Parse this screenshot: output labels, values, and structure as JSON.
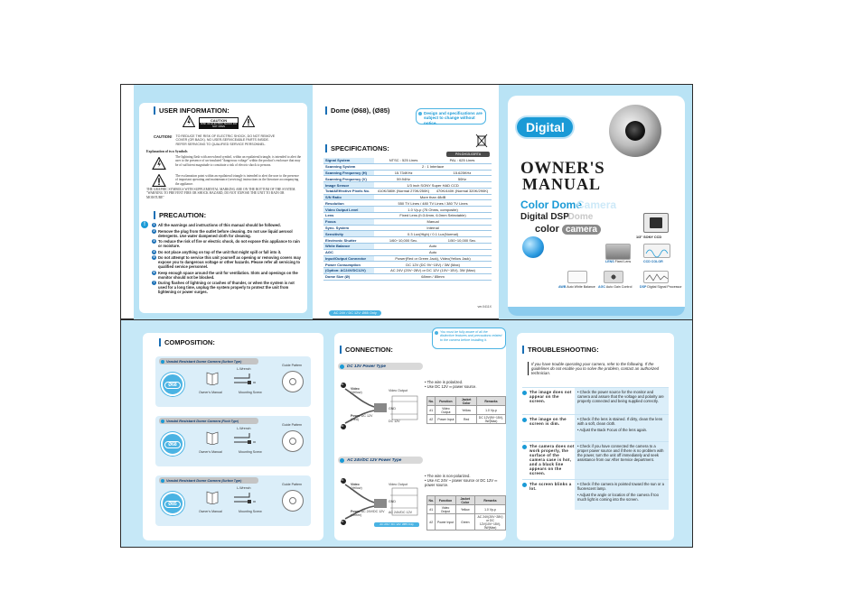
{
  "user_info": {
    "title": "USER INFORMATION:",
    "caution_label": "CAUTION",
    "caution_risk": "RISK OF ELECTRIC SHOCK DO NOT OPEN",
    "caution_word": "CAUTION!",
    "caution_text": "TO REDUCE THE RISK OF ELECTRIC SHOCK, DO NOT REMOVE COVER (OR BACK). NO USER-SERVICEABLE PARTS INSIDE. REFER SERVICING TO QUALIFIED SERVICE PERSONNEL.",
    "symbols_title": "Explanation of two Symbols",
    "symbol1_text": "The lightning flash with arrowhead symbol, within an equilateral triangle, is intended to alert the user to the presence of un-insulated \"dangerous voltage\" within the product's enclosure that may be of sufficient magnitude to constitute a risk of electric shock to persons.",
    "symbol2_text": "The exclamation point within an equilateral triangle is intended to alert the user to the presence of important operating and maintenance (servicing) instructions in the literature accompanying the appliance.",
    "bottom_text": "THE GRAPHIC SYMBOLS WITH SUPPLEMENTAL MARKING ARE ON THE BOTTOM OF THE SYSTEM. \"WARNING TO PREVENT FIRE OR SHOCK HAZARD, DO NOT EXPOSE THE UNIT TO RAIN OR MOISTURE\""
  },
  "precaution": {
    "title": "PRECAUTION:",
    "items": [
      "All the warnings and instructions of this manual should be followed.",
      "Remove the plug from the outlet before cleaning. Do not use liquid aerosol detergents. Use water dampened cloth for cleaning.",
      "To reduce the risk of fire or electric shock, do not expose this appliance to rain or moisture.",
      "Do not place anything on top of the unit that might spill or fall into it.",
      "Do not attempt to service this unit yourself as opening or removing covers may expose you to dangerous voltage or other hazards. Please refer all servicing to qualified service personnel.",
      "Keep enough space around the unit for ventilation. Slots and openings on the monitor should not be blocked.",
      "During flashes of lightning or crashes of thunder, or when the system is not used for a long time, unplug the system properly to protect the unit from lightening or power surges."
    ]
  },
  "specs": {
    "dome_title": "Dome (Ø68), (Ø85)",
    "note": "Design and specifications are subject to change without notice.",
    "title": "SPECIFICATIONS:",
    "model_badge": "P/N:DH15-03RTA",
    "rows": [
      {
        "label": "Signal System",
        "ntsc": "NTSC : 525 Lines",
        "pal": "PAL : 625 Lines"
      },
      {
        "label": "Scanning System",
        "value": "2 : 1 Interlace"
      },
      {
        "label": "Scanning Frequency (H)",
        "ntsc": "15.734KHz",
        "pal": "15.625KHz"
      },
      {
        "label": "Scanning Frequency (V)",
        "ntsc": "59.94Hz",
        "pal": "50Hz"
      },
      {
        "label": "Image Sensor",
        "value": "1/3 inch SONY Super HAD CCD"
      },
      {
        "label": "Total&Effective Pixels No.",
        "ntsc": "410K/380K (Normal 270K/250K)",
        "pal": "470K/440K (Normal 320K/290K)"
      },
      {
        "label": "S/N Ratio",
        "value": "More than 48dB"
      },
      {
        "label": "Resolution",
        "value": "550 TV Lines / 480 TV Lines / 380 TV Lines"
      },
      {
        "label": "Video Output Level",
        "value": "1.0 Vp-p (75 Ohms, composite)"
      },
      {
        "label": "Lens",
        "value": "Fixed Lens (f=3.6mm, 6.0mm Selectable)"
      },
      {
        "label": "Focus",
        "value": "Manual"
      },
      {
        "label": "Sync. System",
        "value": "Internal"
      },
      {
        "label": "Sensitivity",
        "value": "0.3 Lux(High) / 0.1 Lux(Normal)"
      },
      {
        "label": "Electronic Shutter",
        "ntsc": "1/60~10,000 Sec.",
        "pal": "1/50~10,000 Sec."
      },
      {
        "label": "White Balance",
        "value": "Auto"
      },
      {
        "label": "AGC",
        "value": "Auto"
      },
      {
        "label": "Input/Output Connector",
        "value": "Power(Red or Green Jack), Video(Yellow Jack)"
      },
      {
        "label": "Power Consumption",
        "value": "DC 12V (DC 9V~15V) / 3W (Max)"
      },
      {
        "label": "(Option: AC24V/DC12V)",
        "value": "AC 24V (20V~28V) or DC 12V (10V~15V), 3W (Max)"
      },
      {
        "label": "Dome Size (Ø)",
        "value": "68mm / 85mm"
      }
    ],
    "footer_badge": "AC 24V / DC 12V: Ø85 Only",
    "version": "ver.0411X"
  },
  "cover": {
    "brand": "Digital",
    "owners": "OWNER'S",
    "manual": "MANUAL",
    "line1": "Color Dome",
    "line1_ghost": "Camera",
    "line2": "Digital DSP",
    "line2_ghost": "Dome",
    "line3a": "color",
    "line3b": "camera",
    "ccd_label": "1/3\" SONY CCD",
    "features": [
      {
        "tag": "LENS",
        "text": "Fixed Lens"
      },
      {
        "tag": "CCD COLOR",
        "text": ""
      },
      {
        "tag": "AWB",
        "text": "Auto White Balance"
      },
      {
        "tag": "AGC",
        "text": "Auto Gain Control"
      },
      {
        "tag": "DSP",
        "text": "Digital Signal Processor"
      }
    ]
  },
  "composition": {
    "title": "COMPOSITION:",
    "groups": [
      {
        "title": "Vandal Resistant Dome Camera",
        "mount": "(Surface Type)",
        "size": "Ø68",
        "items": [
          "Owner's Manual",
          "L-Wrench",
          "Guide Pattern",
          "Mounting Screw"
        ]
      },
      {
        "title": "Vandal Resistant Dome Camera",
        "mount": "(Flush Type)",
        "size": "Ø68",
        "items": [
          "Owner's Manual",
          "L-Wrench",
          "Guide Pattern",
          "Mounting Screw"
        ]
      },
      {
        "title": "Vandal Resistant Dome Camera",
        "mount": "(Surface Type)",
        "size": "Ø85",
        "items": [
          "Owner's Manual",
          "L-Wrench",
          "Guide Pattern",
          "Mounting Screw"
        ]
      }
    ]
  },
  "connection": {
    "title": "CONNECTION:",
    "note": "You must be fully aware of all the distinctive features and precautions related to the camera before installing it.",
    "dc": {
      "title": "DC 12V Power Type",
      "bullets": [
        "The wire is polarized.",
        "Use DC 12V ═ power source."
      ],
      "labels": {
        "video": "Video",
        "video_color": "(Yellow)",
        "power": "Power",
        "power_color": "(Red)",
        "power_spec": "DC 12V",
        "video_output": "Video Output",
        "gnd": "GND",
        "dc12": "DC 12V"
      },
      "table_head": [
        "No.",
        "Function",
        "Jacket Color",
        "Remarks"
      ],
      "table_rows": [
        [
          "#1",
          "Video Output",
          "Yellow",
          "1.0 Vp-p"
        ],
        [
          "#2",
          "Power Input",
          "Red",
          "DC 12V(9V~15V), 3W(Max)"
        ]
      ]
    },
    "ac": {
      "title": "AC 24V/DC 12V Power Type",
      "bullets": [
        "The wire is non-polarized.",
        "Use AC 24V ~ power source or DC 12V ═ power source."
      ],
      "labels": {
        "video": "Video",
        "video_color": "(Yellow)",
        "power": "Power",
        "power_color": "(Green)",
        "power_spec": "AC 24V/DC 12V",
        "video_output": "Video Output",
        "gnd": "GND",
        "acdc": "AC 24V/DC 12V",
        "badge": "AC 24V / DC 12V: Ø85 Only"
      },
      "table_head": [
        "No.",
        "Function",
        "Jacket Color",
        "Remarks"
      ],
      "table_rows": [
        [
          "#1",
          "Video Output",
          "Yellow",
          "1.0 Vp-p"
        ],
        [
          "#2",
          "Power Input",
          "Green",
          "AC 24V(20V~28V) or DC 12V(10V~15V), 3W(Max)"
        ]
      ]
    }
  },
  "troubleshooting": {
    "title": "TROUBLESHOOTING:",
    "intro": "If you have trouble operating your camera, refer to the following. If the guidelines do not enable you to solve the problem, contact an authorized technician.",
    "rows": [
      {
        "q": "The image does not appear on the screen.",
        "a": [
          "Check the power source for the monitor and camera and assure that the voltage and polarity are properly connected and being supplied correctly."
        ]
      },
      {
        "q": "The image on the screen is dim.",
        "a": [
          "Check if the lens is stained. If dirty, clean the lens with a soft, clean cloth.",
          "Adjust the Back Focus of the lens again."
        ]
      },
      {
        "q": "The camera does not work properly, the surface of the camera case is hot, and a black line appears on the screen.",
        "a": [
          "Check if you have connected the camera to a proper power source and if there is no problem with the power, turn the unit off immediately and seek assistance from our After Service department."
        ]
      },
      {
        "q": "The screen blinks a lot.",
        "a": [
          "Check if the camera is pointed toward the sun or a fluorescent lamp.",
          "Adjust the angle or location of the camera if too much light is coming into the screen."
        ]
      }
    ]
  }
}
